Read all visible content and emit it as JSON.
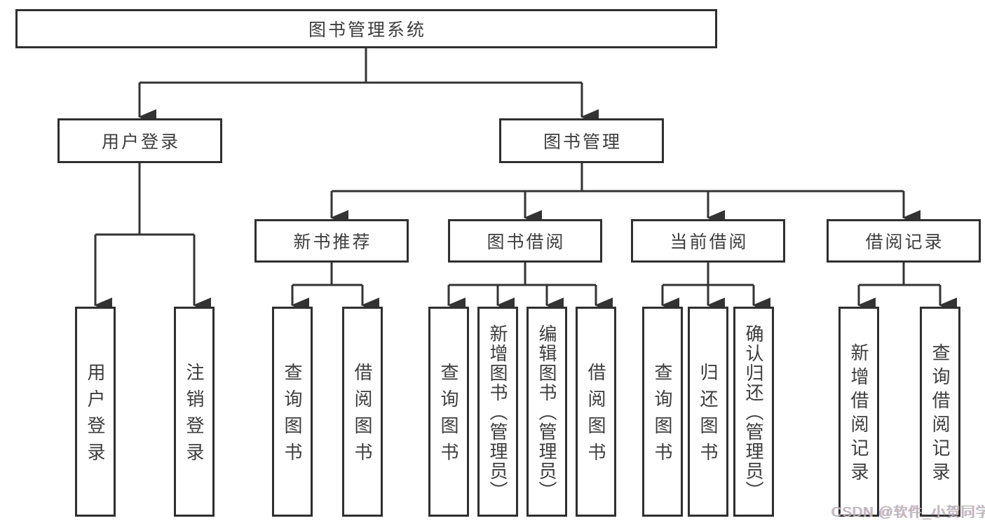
{
  "diagram_type": "functional-structure-tree",
  "nodes": {
    "root": "图书管理系统",
    "user_login": "用户登录",
    "book_mgmt": "图书管理",
    "new_book_rec": "新书推荐",
    "book_borrow": "图书借阅",
    "current_borrow": "当前借阅",
    "borrow_records": "借阅记录",
    "leaf_user_login": "用户登录",
    "leaf_logout": "注销登录",
    "leaf_query_books_rec": "查询图书",
    "leaf_borrow_books_rec": "借阅图书",
    "leaf_query_books_borrow": "查询图书",
    "leaf_add_books_admin": "新增图书（管理员）",
    "leaf_edit_books_admin": "编辑图书（管理员）",
    "leaf_borrow_books_borrow": "借阅图书",
    "leaf_query_books_current": "查询图书",
    "leaf_return_books": "归还图书",
    "leaf_confirm_return_admin": "确认归还（管理员）",
    "leaf_add_borrow_record": "新增借阅记录",
    "leaf_query_borrow_record": "查询借阅记录"
  },
  "edges": [
    [
      "图书管理系统",
      "用户登录"
    ],
    [
      "图书管理系统",
      "图书管理"
    ],
    [
      "用户登录",
      "用户登录"
    ],
    [
      "用户登录",
      "注销登录"
    ],
    [
      "图书管理",
      "新书推荐"
    ],
    [
      "图书管理",
      "图书借阅"
    ],
    [
      "图书管理",
      "当前借阅"
    ],
    [
      "图书管理",
      "借阅记录"
    ],
    [
      "新书推荐",
      "查询图书"
    ],
    [
      "新书推荐",
      "借阅图书"
    ],
    [
      "图书借阅",
      "查询图书"
    ],
    [
      "图书借阅",
      "新增图书（管理员）"
    ],
    [
      "图书借阅",
      "编辑图书（管理员）"
    ],
    [
      "图书借阅",
      "借阅图书"
    ],
    [
      "当前借阅",
      "查询图书"
    ],
    [
      "当前借阅",
      "归还图书"
    ],
    [
      "当前借阅",
      "确认归还（管理员）"
    ],
    [
      "借阅记录",
      "新增借阅记录"
    ],
    [
      "借阅记录",
      "查询借阅记录"
    ]
  ],
  "watermark": "CSDN @软件_小贺同学",
  "colors": {
    "line": "#333333",
    "box_border": "#2f2f2f",
    "text": "#3d3d3d",
    "box_background": "#ffffff",
    "watermark": "#b9b9b9"
  }
}
